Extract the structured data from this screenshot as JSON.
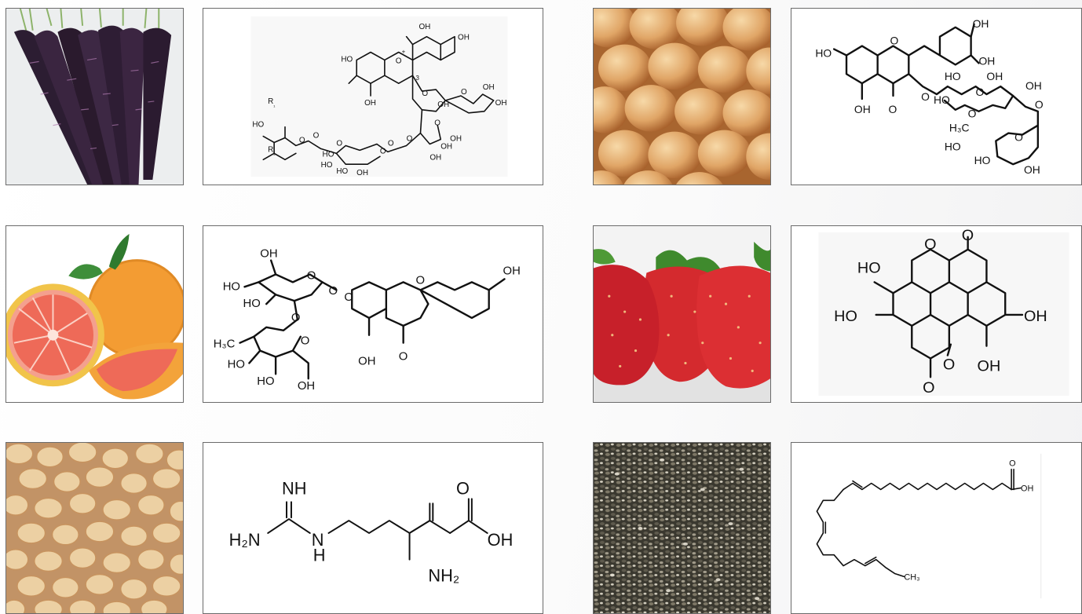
{
  "photos": [
    {
      "name": "purple-carrots",
      "colors": {
        "bg": "#e9ecee",
        "main": "#2a1b2e",
        "top": "#7da05a"
      }
    },
    {
      "name": "yellow-onions",
      "colors": {
        "bg": "#b8763c",
        "main": "#e0a566",
        "highlight": "#f6d5a3"
      }
    },
    {
      "name": "grapefruit",
      "colors": {
        "bg": "#ffffff",
        "flesh": "#ef6a5a",
        "rind": "#f3a13a",
        "leaf": "#3e8e3a"
      }
    },
    {
      "name": "strawberries",
      "colors": {
        "bg": "#f4f4f4",
        "fruit": "#d4262b",
        "leaf": "#3f8a2d"
      }
    },
    {
      "name": "peanuts",
      "colors": {
        "bg": "#c79a6a",
        "nut": "#ebcfa2"
      }
    },
    {
      "name": "chia-seeds",
      "colors": {
        "bg": "#3b3a33",
        "seed": "#7b7566",
        "light": "#d8d3c4"
      }
    }
  ],
  "structures": {
    "anthocyanin": {
      "labels": [
        "HO",
        "OH",
        "OH",
        "OH",
        "+",
        "3",
        "O",
        "R",
        "R",
        "HO",
        "₁",
        "₂",
        "O",
        "O",
        "O",
        "O",
        "OH",
        "OH",
        "OH",
        "O",
        "HO",
        "HO",
        "OH",
        "OH",
        "HO",
        "OH",
        "OH",
        "O",
        "O",
        "O",
        "O"
      ]
    },
    "quercetin_glycoside": {
      "labels": [
        "HO",
        "OH",
        "OH",
        "OH",
        "O",
        "O",
        "O",
        "HO",
        "OH",
        "OH",
        "O",
        "HO",
        "O",
        "O",
        "H₃C",
        "O",
        "HO",
        "HO",
        "OH"
      ]
    },
    "naringin": {
      "labels": [
        "OH",
        "HO",
        "O",
        "HO",
        "O",
        "O",
        "O",
        "H₃C",
        "O",
        "HO",
        "OH",
        "HO",
        "OH",
        "O",
        "OH",
        "O"
      ]
    },
    "ellagic_acid": {
      "labels": [
        "HO",
        "O",
        "O",
        "HO",
        "OH",
        "O",
        "OH",
        "O"
      ]
    },
    "arginine": {
      "labels": {
        "nh": "NH",
        "h2n": "H₂N",
        "n": "N",
        "h": "H",
        "o": "O",
        "oh": "OH",
        "nh2": "NH₂"
      }
    },
    "fatty_acid": {
      "labels": {
        "o": "O",
        "oh": "OH",
        "ch3": "CH₃"
      }
    }
  }
}
